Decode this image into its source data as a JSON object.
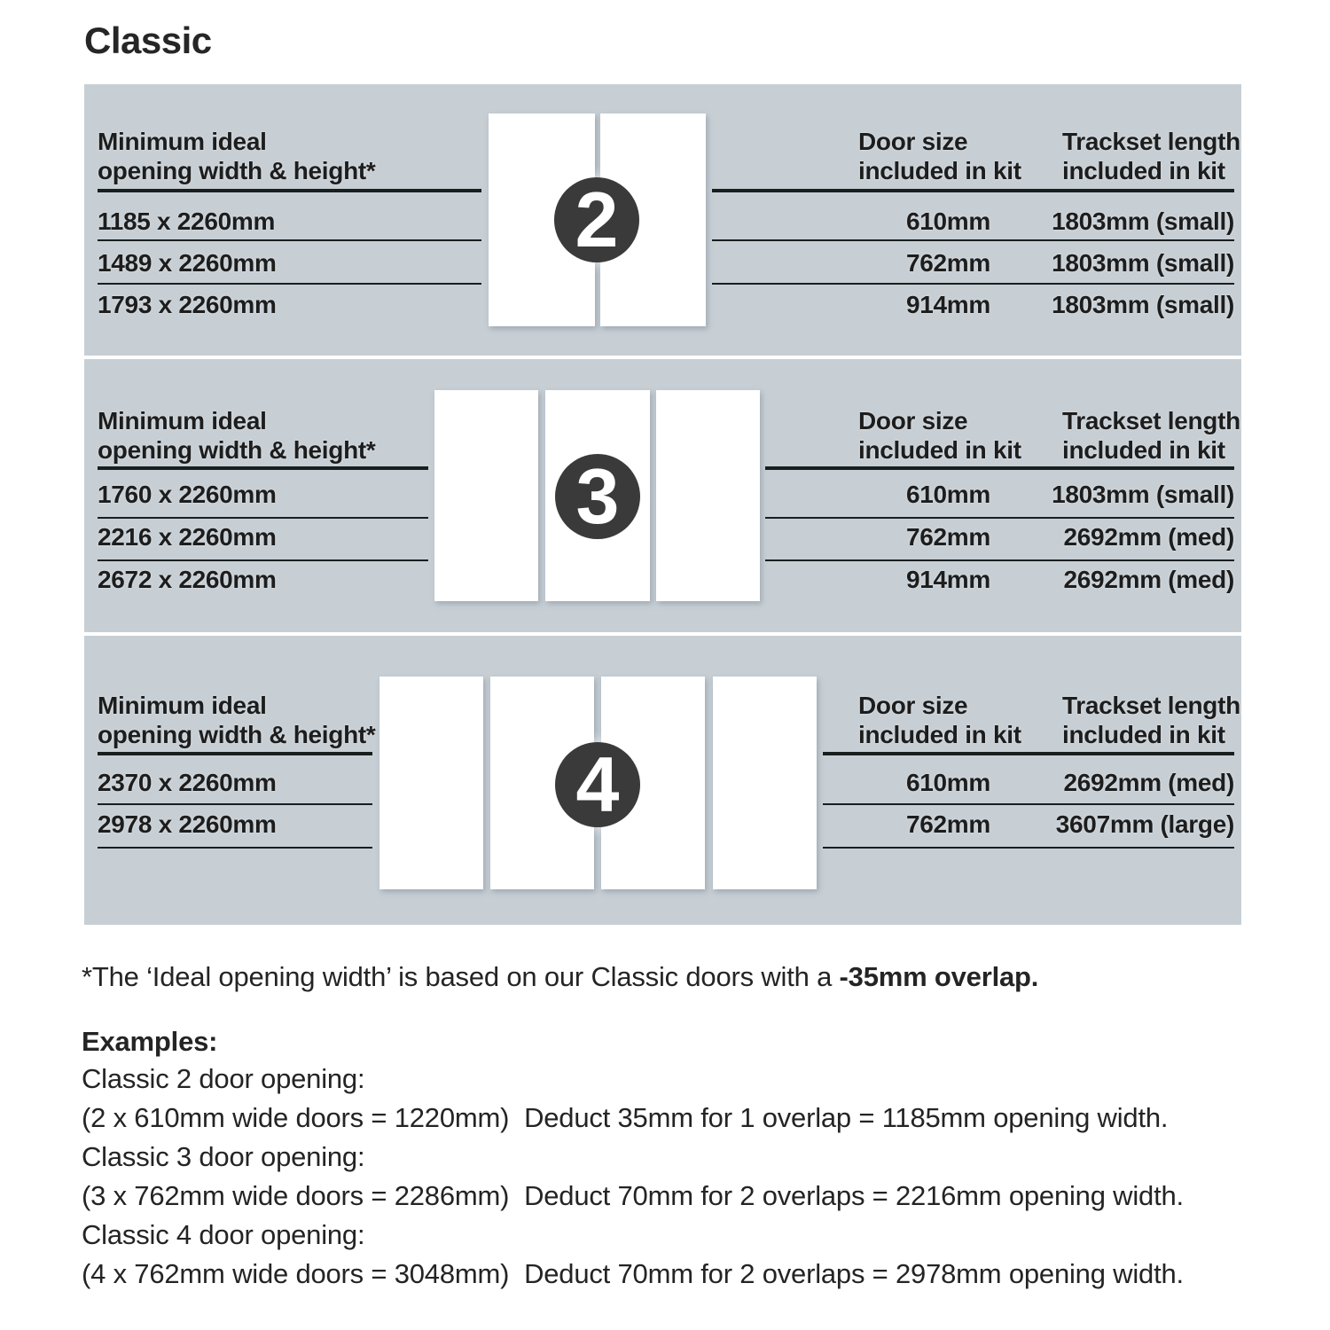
{
  "title": "Classic",
  "colors": {
    "panel_bg": "#c7cfd5",
    "ink": "#1d1d1d",
    "badge_bg": "#3a3a3a",
    "badge_ink": "#ffffff",
    "door_fill": "#ffffff"
  },
  "headers": {
    "opening_l1": "Minimum ideal",
    "opening_l2": "opening width & height*",
    "door_l1": "Door size",
    "door_l2": "included in kit",
    "track_l1": "Trackset length",
    "track_l2": "included in kit"
  },
  "sections": [
    {
      "badge": "2",
      "rows": [
        {
          "opening": "1185 x 2260mm",
          "door_size": "610mm",
          "trackset": "1803mm (small)"
        },
        {
          "opening": "1489 x 2260mm",
          "door_size": "762mm",
          "trackset": "1803mm (small)"
        },
        {
          "opening": "1793 x 2260mm",
          "door_size": "914mm",
          "trackset": "1803mm (small)"
        }
      ]
    },
    {
      "badge": "3",
      "rows": [
        {
          "opening": "1760 x 2260mm",
          "door_size": "610mm",
          "trackset": "1803mm (small)"
        },
        {
          "opening": "2216 x 2260mm",
          "door_size": "762mm",
          "trackset": "2692mm (med)"
        },
        {
          "opening": "2672 x 2260mm",
          "door_size": "914mm",
          "trackset": "2692mm (med)"
        }
      ]
    },
    {
      "badge": "4",
      "rows": [
        {
          "opening": "2370 x 2260mm",
          "door_size": "610mm",
          "trackset": "2692mm (med)"
        },
        {
          "opening": "2978 x 2260mm",
          "door_size": "762mm",
          "trackset": "3607mm (large)"
        }
      ]
    }
  ],
  "footnote": {
    "normal": "*The ‘Ideal opening width’ is based on our Classic doors with a ",
    "bold": "-35mm overlap."
  },
  "examples": {
    "heading": "Examples:",
    "items": [
      {
        "label": "Classic 2 door opening:",
        "detail": "(2 x 610mm wide doors = 1220mm)  Deduct 35mm for 1 overlap = 1185mm opening width."
      },
      {
        "label": "Classic 3 door opening:",
        "detail": "(3 x 762mm wide doors = 2286mm)  Deduct 70mm for 2 overlaps = 2216mm opening width."
      },
      {
        "label": "Classic 4 door opening:",
        "detail": "(4 x 762mm wide doors = 3048mm)  Deduct 70mm for 2 overlaps = 2978mm opening width."
      }
    ]
  }
}
